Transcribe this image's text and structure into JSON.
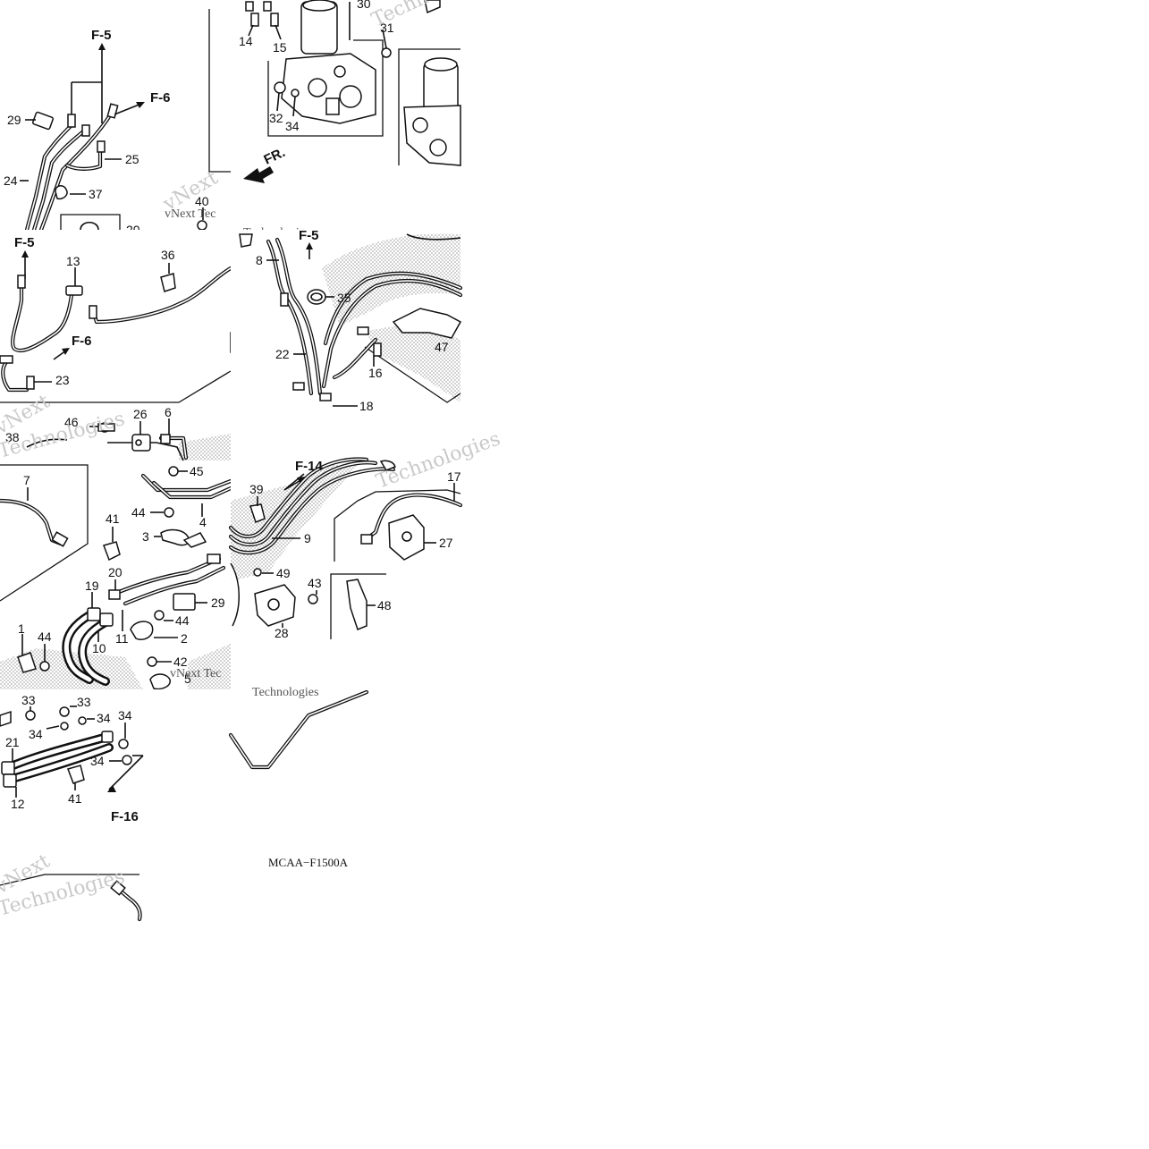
{
  "diagram": {
    "diagram_code": "MCAA−F1500A",
    "watermark": {
      "line1": "vNext",
      "line2": "Technologies",
      "line_inline": "vNext Tec"
    },
    "tile1": {
      "labels": [
        "14",
        "15",
        "30",
        "31",
        "32",
        "34"
      ],
      "arrow_label": "FR."
    },
    "tile2": {
      "refs": [
        "F-5",
        "F-6"
      ],
      "labels": [
        "29",
        "24",
        "25",
        "37",
        "40",
        "20"
      ]
    },
    "tile3": {
      "refs": [
        "F-5",
        "F-6"
      ],
      "labels": [
        "13",
        "36",
        "30",
        "31",
        "23",
        "34",
        "32"
      ]
    },
    "tile4": {
      "refs": [
        "F-5"
      ],
      "labels": [
        "8",
        "35",
        "22",
        "16",
        "18",
        "47"
      ]
    },
    "tile5": {
      "labels": [
        "46",
        "26",
        "6",
        "38",
        "45",
        "7",
        "44",
        "4",
        "3",
        "41",
        "20",
        "19",
        "29",
        "44",
        "1",
        "44",
        "10",
        "11",
        "2",
        "42",
        "5"
      ]
    },
    "tile6": {
      "refs": [
        "F-14"
      ],
      "labels": [
        "39",
        "9",
        "17",
        "27",
        "49",
        "43",
        "48",
        "28"
      ]
    },
    "tile7": {
      "refs": [
        "F-16"
      ],
      "labels": [
        "33",
        "33",
        "34",
        "34",
        "34",
        "21",
        "34",
        "41",
        "12"
      ]
    }
  }
}
